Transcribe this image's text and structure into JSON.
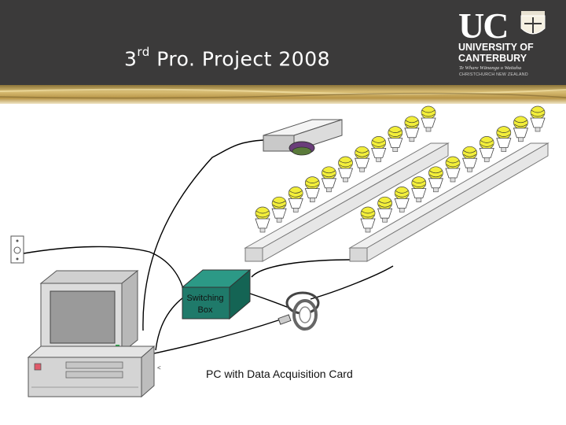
{
  "header": {
    "title_prefix": "3",
    "title_superscript": "rd",
    "title_rest": " Pro. Project 2008"
  },
  "logo": {
    "monogram": "UC",
    "line1": "UNIVERSITY OF",
    "line2": "CANTERBURY",
    "tagline": "Te Whare Wānanga o Waitaha",
    "location": "CHRISTCHURCH NEW ZEALAND"
  },
  "diagram": {
    "switching_box_line1": "Switching",
    "switching_box_line2": "Box",
    "pc_label": "PC with Data Acquisition Card"
  },
  "colors": {
    "header_bg": "#3b3a3a",
    "gold": "#c9a85a",
    "switching_box": "#1f7a6a",
    "lamp_yellow": "#f2ee3a"
  }
}
